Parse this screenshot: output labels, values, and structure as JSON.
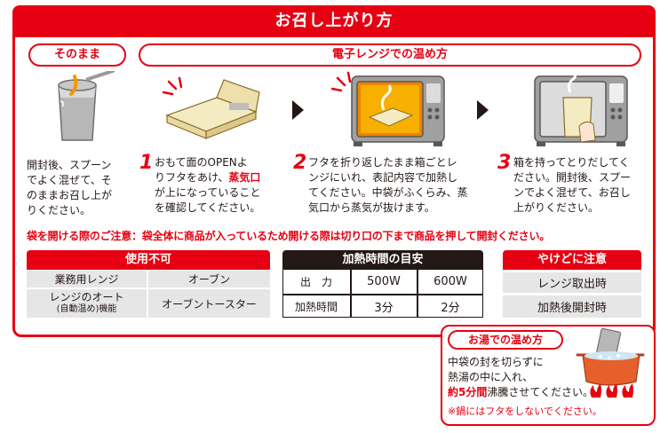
{
  "title": "お召し上がり方",
  "sonomama": {
    "label": "そのまま",
    "text": [
      "開封後、スプーン",
      "でよく混ぜて、そ",
      "のままお召し上が",
      "りください。"
    ]
  },
  "microwave": {
    "label": "電子レンジでの温め方",
    "steps": [
      {
        "num": "1",
        "lines": [
          "おもて面のOPENよ",
          "りフタをあけ、",
          "が上になっていること",
          "を確認してください。"
        ],
        "highlight": "蒸気口"
      },
      {
        "num": "2",
        "lines": [
          "フタを折り返したまま箱ごとレ",
          "ンジにいれ、表記内容で加熱し",
          "てください。中袋がふくらみ、蒸",
          "気口から蒸気が抜けます。"
        ]
      },
      {
        "num": "3",
        "lines": [
          "箱を持ってとりだしてく",
          "ださい。開封後、スプー",
          "ンでよく混ぜて、お召し",
          "上がりください。"
        ]
      }
    ]
  },
  "notice": "袋を開ける際のご注意：袋全体に商品が入っているため開ける際は切り口の下まで商品を押して開封ください。",
  "prohibited": {
    "header": "使用不可",
    "rows": [
      {
        "left": "業務用レンジ",
        "right": "オーブン"
      },
      {
        "left": "レンジのオート",
        "left_sub": "(自動温め)機能",
        "right": "オーブントースター"
      }
    ]
  },
  "heating": {
    "header": "加熱時間の目安",
    "col0": "出　力",
    "col1": "500W",
    "col2": "600W",
    "row_label": "加熱時間",
    "v1": "3分",
    "v2": "2分"
  },
  "burn": {
    "header": "やけどに注意",
    "rows": [
      "レンジ取出時",
      "加熱後開封時"
    ]
  },
  "hotwater": {
    "label": "お湯での温め方",
    "line1": "中袋の封を切らずに",
    "line2": "熱湯の中に入れ、",
    "line3_hl": "約5分間",
    "line3_rest": "沸騰させてください。",
    "warning": "※鍋にはフタをしないでください。"
  },
  "colors": {
    "brand_red": "#e60012",
    "dark": "#231815",
    "gray": "#e6e6e6"
  }
}
